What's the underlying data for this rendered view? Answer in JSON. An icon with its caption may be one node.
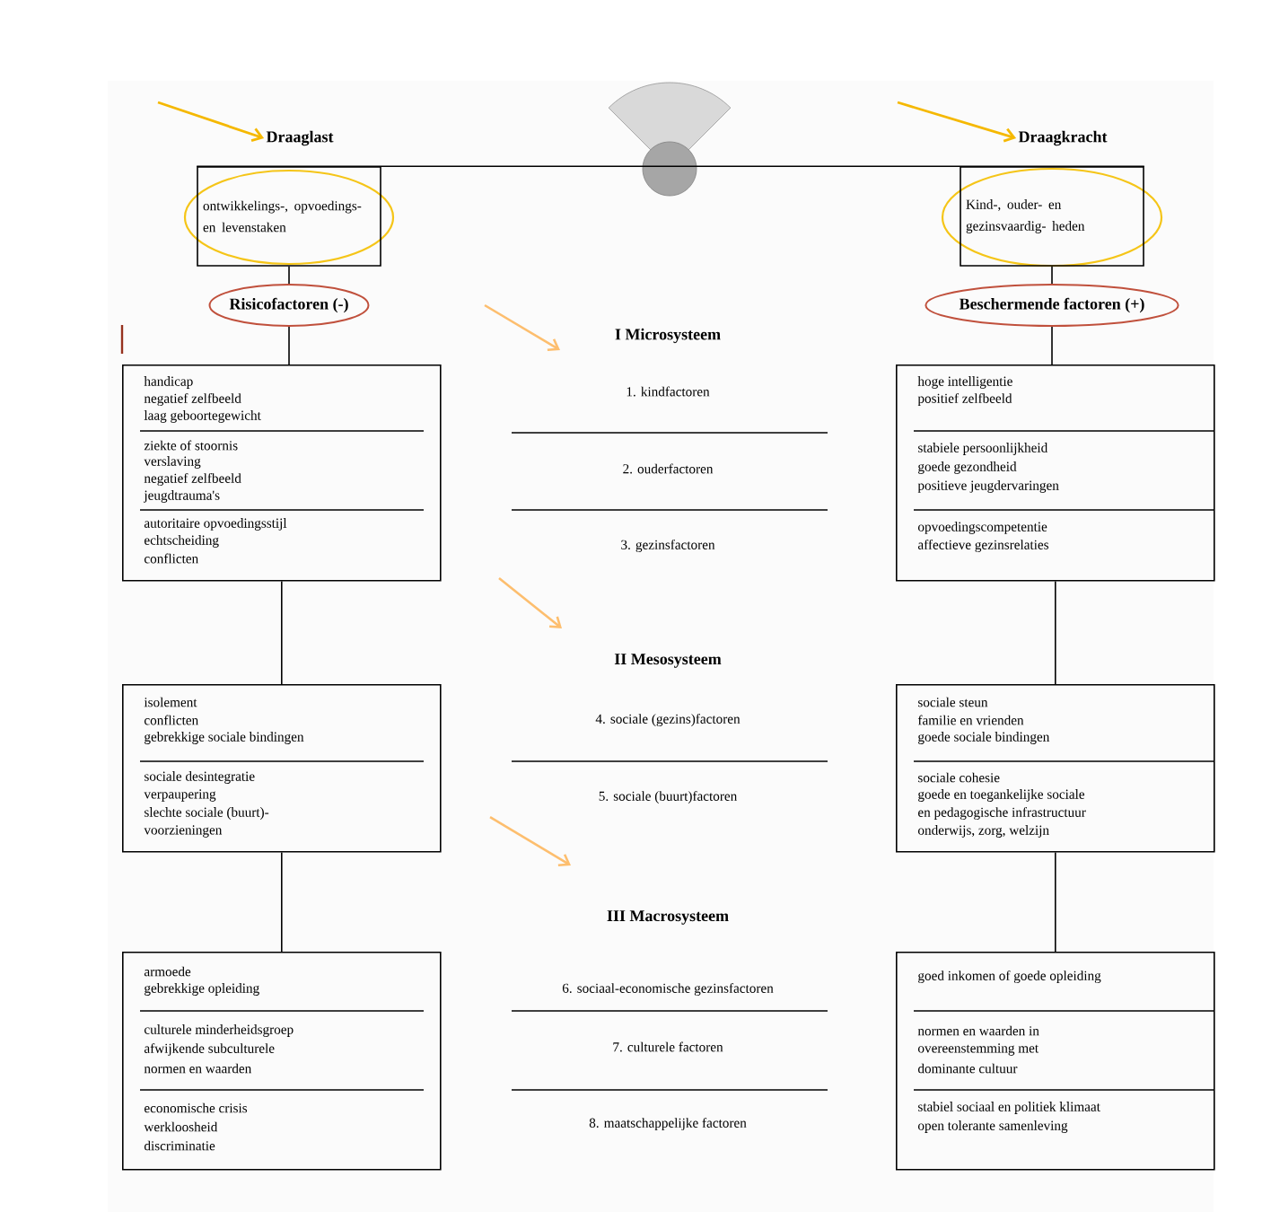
{
  "diagram": {
    "nodes": [
      {
        "text": [
          "Draaglast",
          "ontwikkelings-, opvoedings- en levenstaken"
        ]
      },
      {
        "text": [
          "Draagkracht",
          "Kind-, ouder- en gezinsvaardig- heden"
        ]
      },
      {
        "text": [
          "Risicofactoren (-)"
        ]
      },
      {
        "text": [
          "Beschermende factoren (+)"
        ]
      },
      {
        "text": [
          "handicap",
          "negatief zelfbeeld",
          "laag geboortegewicht",
          "ziekte of stoornis",
          "verslaving",
          "negatief zelfbeeld",
          "jeugdtrauma's",
          "autoritaire opvoedingsstijl",
          "echtscheiding",
          "conflicten"
        ]
      },
      {
        "text": [
          "hoge intelligentie",
          "positief zelfbeeld",
          "stabiele persoonlijkheid",
          "goede gezondheid",
          "positieve jeugdervaringen",
          "opvoedingscompetentie",
          "affectieve gezinsrelaties"
        ]
      },
      {
        "text": [
          "isolement",
          "conflicten",
          "gebrekkige sociale bindingen",
          "sociale desintegratie",
          "verpaupering",
          "slechte sociale (buurt)-",
          "voorzieningen"
        ]
      },
      {
        "text": [
          "sociale steun",
          "familie en vrienden",
          "goede sociale bindingen",
          "sociale cohesie",
          "goede en toegankelijke sociale",
          "en pedagogische infrastructuur",
          "onderwijs, zorg, welzijn"
        ]
      },
      {
        "text": [
          "armoede",
          "gebrekkige opleiding",
          "culturele minderheidsgroep",
          "afwijkende subculturele",
          "normen en waarden",
          "economische crisis",
          "werkloosheid",
          "discriminatie"
        ]
      },
      {
        "text": [
          "goed inkomen of goede opleiding",
          "normen en waarden in",
          "overeenstemming met",
          "dominante cultuur",
          "stabiel sociaal en politiek klimaat",
          "open tolerante samenleving"
        ]
      }
    ],
    "edges": [
      {
        "from": null,
        "to": 0,
        "arrow": "to",
        "color": "#f5b800"
      },
      {
        "from": null,
        "to": 1,
        "arrow": "to",
        "color": "#f5b800"
      },
      {
        "from": 0,
        "to": 1,
        "arrow": "none"
      },
      {
        "from": 0,
        "to": 2,
        "arrow": "none"
      },
      {
        "from": 2,
        "to": 4,
        "arrow": "none"
      },
      {
        "from": 4,
        "to": 6,
        "arrow": "none"
      },
      {
        "from": 6,
        "to": 8,
        "arrow": "none"
      },
      {
        "from": 1,
        "to": 3,
        "arrow": "none"
      },
      {
        "from": 3,
        "to": 5,
        "arrow": "none"
      },
      {
        "from": 5,
        "to": 7,
        "arrow": "none"
      },
      {
        "from": 7,
        "to": 9,
        "arrow": "none"
      }
    ],
    "labels": [
      "I Microsysteem",
      "1. kindfactoren",
      "2. ouderfactoren",
      "3. gezinsfactoren",
      "II Mesosysteem",
      "4. sociale (gezins)factoren",
      "5. sociale (buurt)factoren",
      "III Macrosysteem",
      "6. sociaal-economische gezinsfactoren",
      "7. culturele factoren",
      "8. maatschappelijke factoren"
    ]
  }
}
